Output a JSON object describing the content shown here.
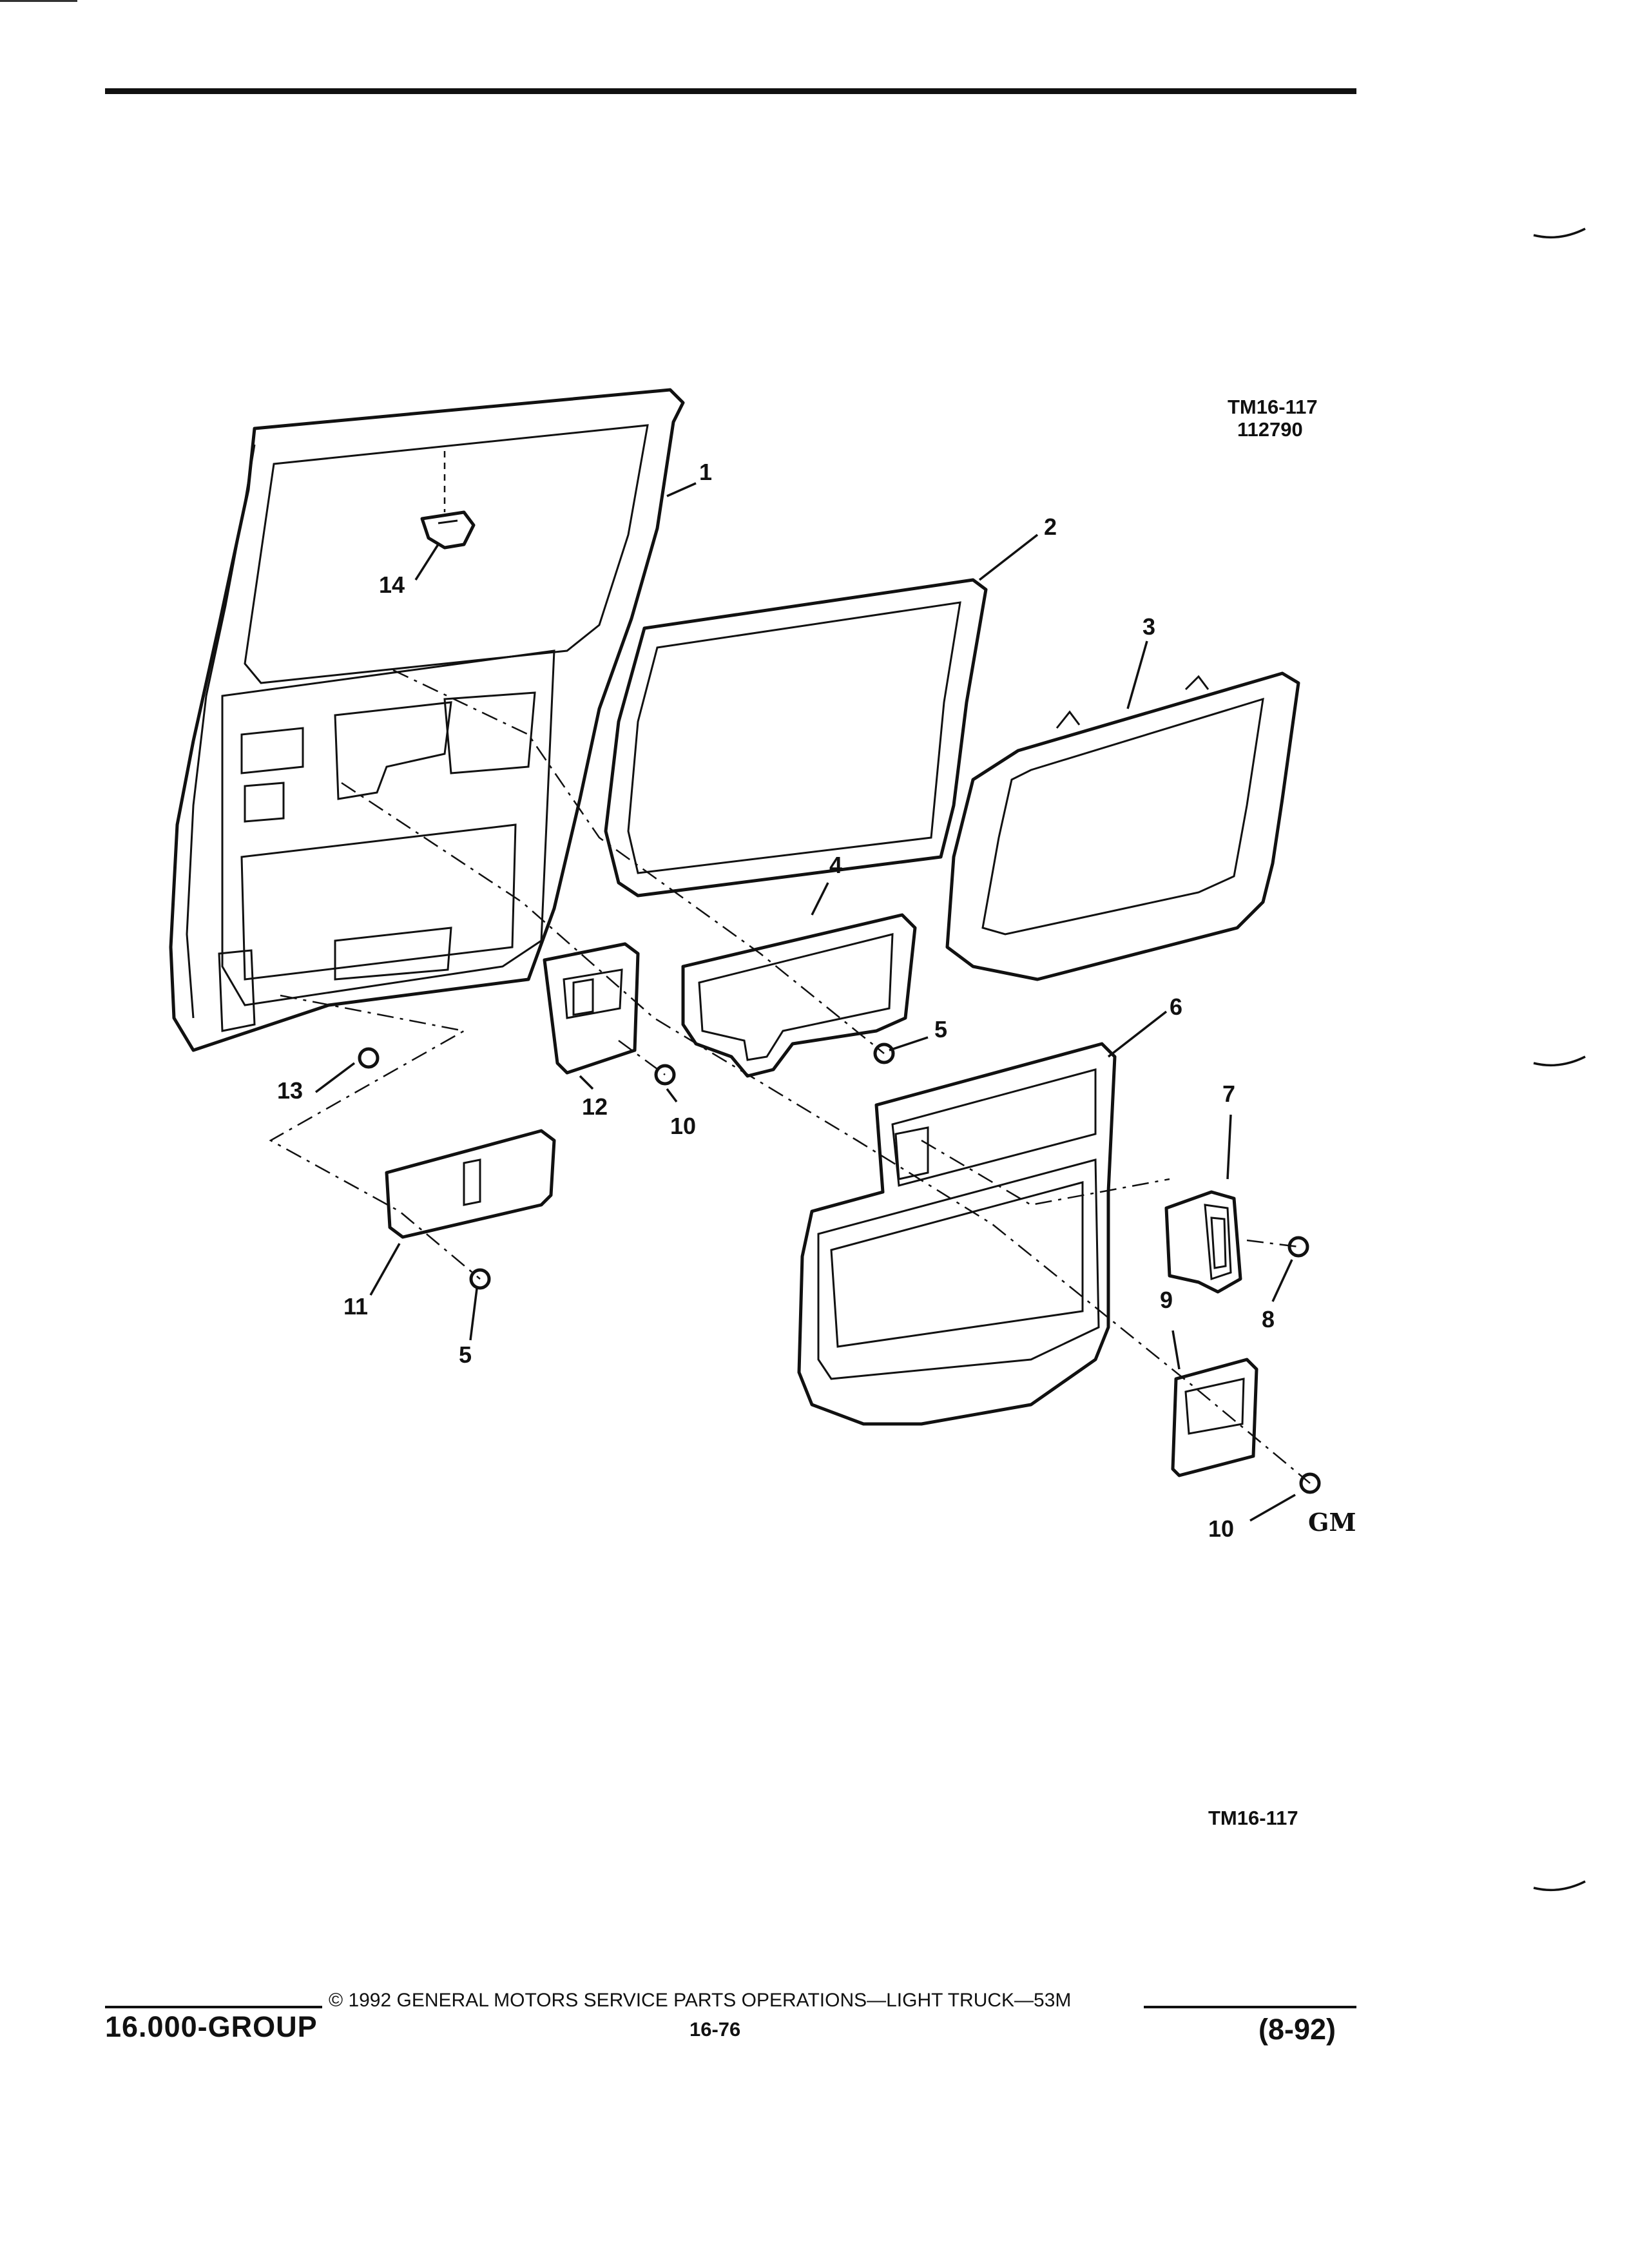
{
  "figure": {
    "id_top": "TM16-117",
    "code": "112790",
    "id_bottom": "TM16-117",
    "callouts": [
      "1",
      "2",
      "3",
      "4",
      "5",
      "6",
      "7",
      "8",
      "9",
      "10",
      "11",
      "12",
      "13",
      "14",
      "5",
      "10"
    ],
    "logo_mark": "GM"
  },
  "footer": {
    "group": "16.000-GROUP",
    "copyright": "© 1992 GENERAL MOTORS SERVICE PARTS OPERATIONS—LIGHT TRUCK—53M",
    "page": "16-76",
    "date": "(8-92)"
  }
}
